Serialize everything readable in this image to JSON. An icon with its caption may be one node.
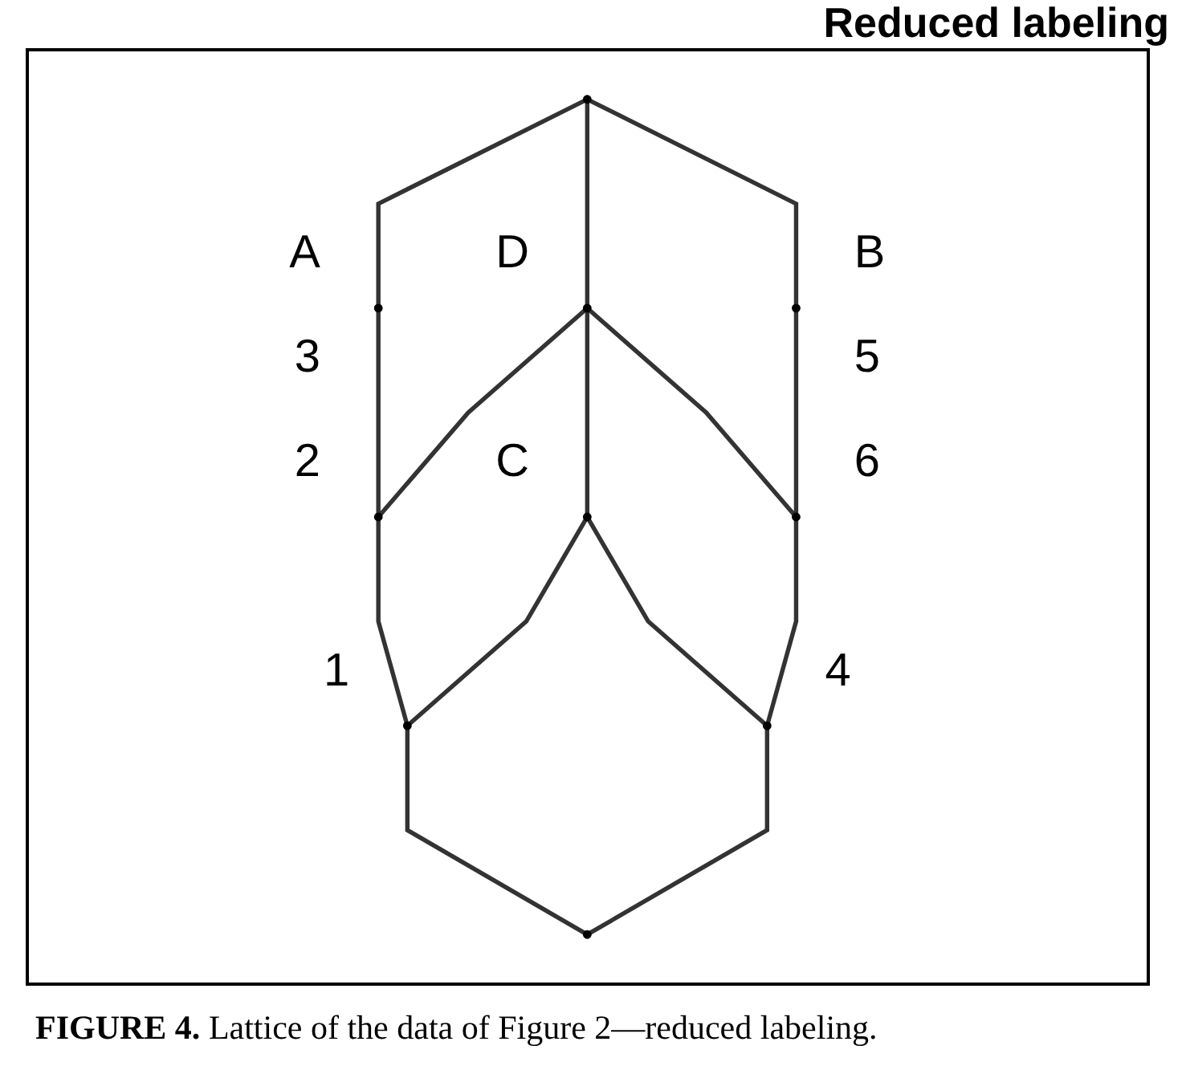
{
  "diagram": {
    "title": "Reduced labeling",
    "caption": "**FIGURE 4.** Lattice of the data of Figure 2—reduced labeling.",
    "nodes": [
      {
        "text": [],
        "shape": "circle"
      },
      {
        "text": [],
        "shape": "circle",
        "beside": [
          "A",
          "3"
        ]
      },
      {
        "text": [],
        "shape": "circle",
        "beside": [
          "D"
        ]
      },
      {
        "text": [],
        "shape": "circle",
        "beside": [
          "B",
          "5"
        ]
      },
      {
        "text": [],
        "shape": "circle",
        "beside": [
          "2"
        ]
      },
      {
        "text": [],
        "shape": "circle",
        "beside": [
          "C"
        ]
      },
      {
        "text": [],
        "shape": "circle",
        "beside": [
          "6"
        ]
      },
      {
        "text": [],
        "shape": "circle",
        "beside": [
          "1"
        ]
      },
      {
        "text": [],
        "shape": "circle",
        "beside": [
          "4"
        ]
      },
      {
        "text": [],
        "shape": "circle"
      }
    ],
    "edges": [
      {
        "from": 0,
        "to": 1,
        "arrow": "none"
      },
      {
        "from": 0,
        "to": 2,
        "arrow": "none"
      },
      {
        "from": 0,
        "to": 3,
        "arrow": "none"
      },
      {
        "from": 1,
        "to": 4,
        "arrow": "none"
      },
      {
        "from": 2,
        "to": 4,
        "arrow": "none"
      },
      {
        "from": 2,
        "to": 5,
        "arrow": "none"
      },
      {
        "from": 2,
        "to": 6,
        "arrow": "none"
      },
      {
        "from": 3,
        "to": 6,
        "arrow": "none"
      },
      {
        "from": 4,
        "to": 7,
        "arrow": "none"
      },
      {
        "from": 5,
        "to": 7,
        "arrow": "none"
      },
      {
        "from": 5,
        "to": 8,
        "arrow": "none"
      },
      {
        "from": 6,
        "to": 8,
        "arrow": "none"
      },
      {
        "from": 7,
        "to": 9,
        "arrow": "none"
      },
      {
        "from": 8,
        "to": 9,
        "arrow": "none"
      }
    ]
  }
}
